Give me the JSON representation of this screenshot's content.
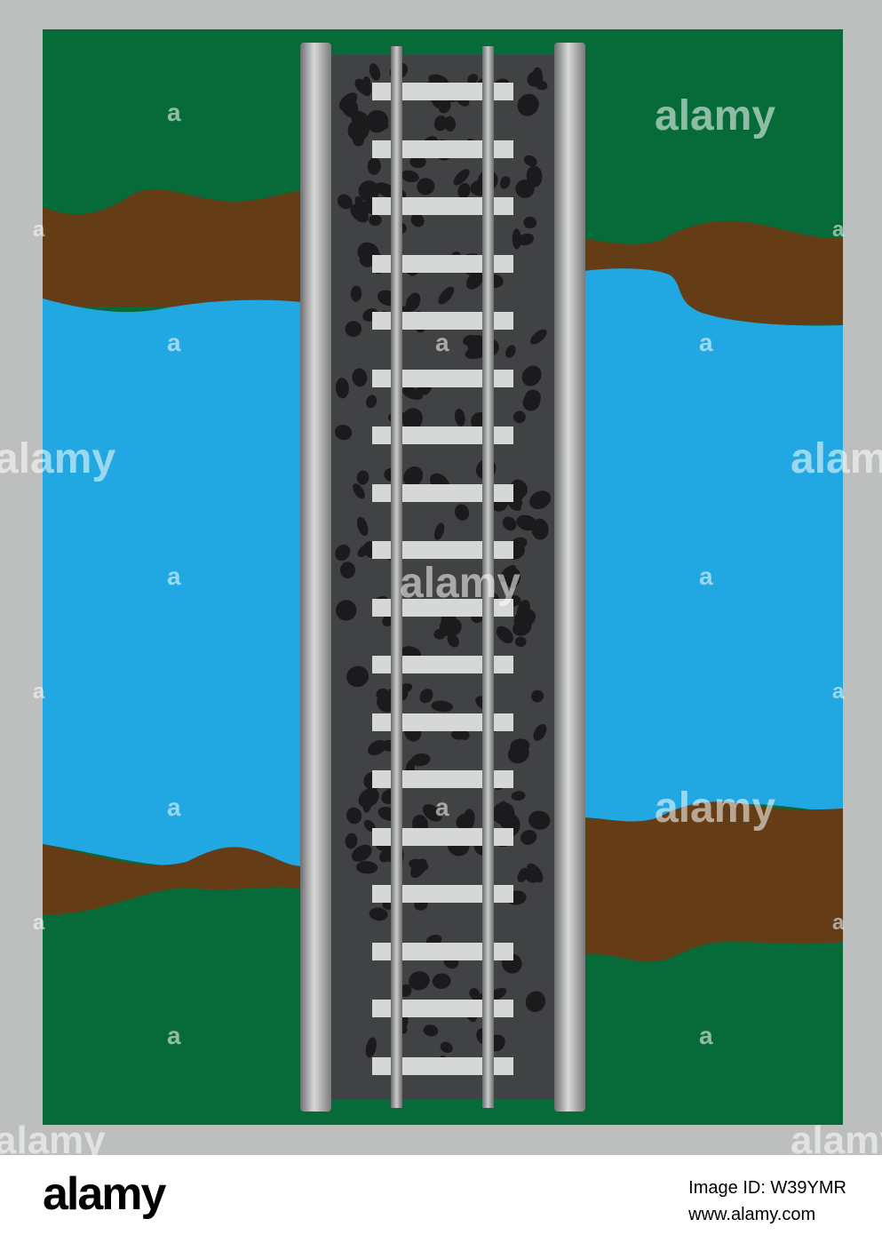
{
  "colors": {
    "frame": "#bdbebe",
    "grass": "#076b39",
    "river": "#21a7e1",
    "riverbank": "#643c16",
    "ballast": "#414244",
    "stones": "#1b1b1d",
    "tie": "#d6d7d7",
    "rail": "#9a9b9b",
    "bridge_beam": "#a5a6a6",
    "footer_bg": "#ffffff"
  },
  "watermark": {
    "logo_text": "alamy",
    "small_text": "a"
  },
  "footer": {
    "logo": "alamy",
    "image_id": "Image ID: W39YMR",
    "site": "www.alamy.com"
  }
}
